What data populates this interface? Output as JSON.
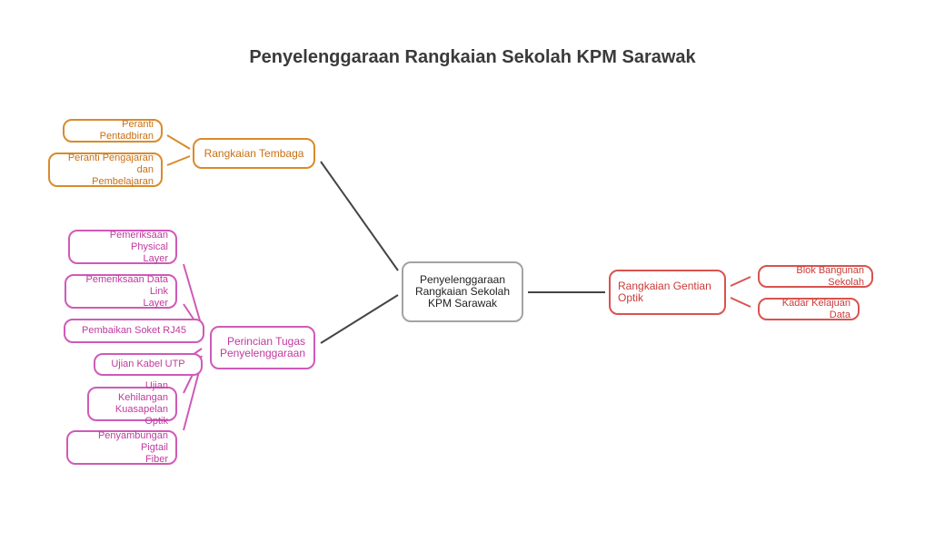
{
  "title": "Penyelenggaraan Rangkaian Sekolah KPM Sarawak",
  "root": "Penyelenggaraan\nRangkaian Sekolah\nKPM Sarawak",
  "branches": {
    "tembaga": {
      "label": "Rangkaian Tembaga",
      "color": "#d98b2b",
      "children": [
        "Peranti Pentadbiran",
        "Peranti Pengajaran dan\nPembelajaran"
      ]
    },
    "perincian": {
      "label": "Perincian Tugas\nPenyelenggaraan",
      "color": "#cf5ab8",
      "children": [
        "Pemeriksaan Physical\nLayer",
        "Pemeriksaan Data Link\nLayer",
        "Pembaikan Soket RJ45",
        "Ujian Kabel UTP",
        "Ujian Kehilangan\nKuasapelan Optik",
        "Penyambungan Pigtail\nFiber"
      ]
    },
    "gentian": {
      "label": "Rangkaian Gentian\nOptik",
      "color": "#d8534f",
      "children": [
        "Blok Bangunan Sekolah",
        "Kadar Kelajuan Data"
      ]
    }
  },
  "root_edge_color": "#444444"
}
